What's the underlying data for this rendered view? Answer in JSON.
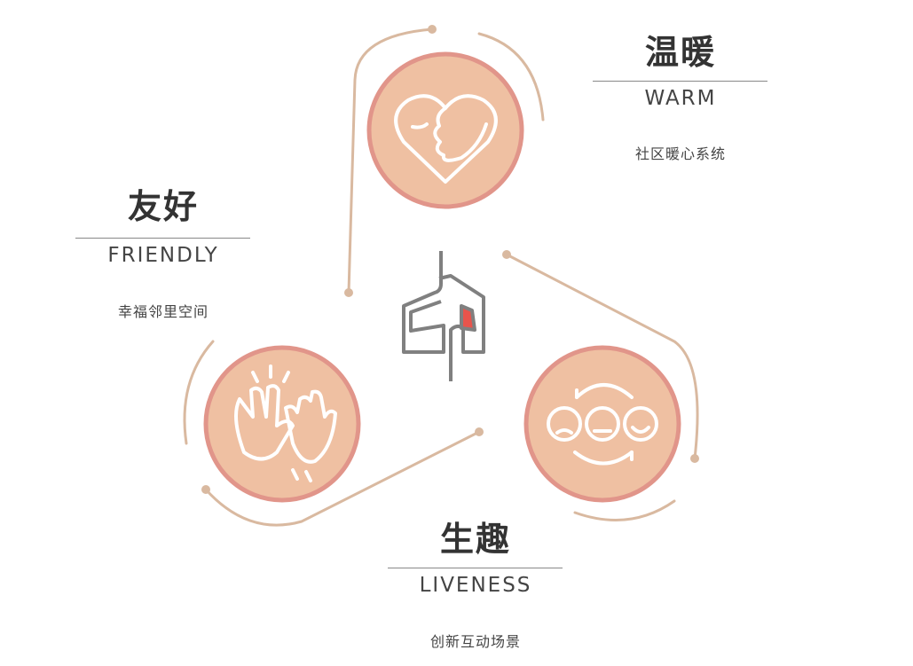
{
  "sections": [
    {
      "title_zh": "温暖",
      "title_en": "WARM",
      "subtitle": "社区暖心系统",
      "icon": "heart-face-icon"
    },
    {
      "title_zh": "友好",
      "title_en": "FRIENDLY",
      "subtitle": "幸福邻里空间",
      "icon": "high-five-hands-icon"
    },
    {
      "title_zh": "生趣",
      "title_en": "LIVENESS",
      "subtitle": "创新互动场景",
      "icon": "cycling-faces-icon"
    }
  ],
  "colors": {
    "circle_fill": "#efc0a2",
    "circle_border": "#e1958a",
    "connector": "#d9b9a0",
    "logo_gray": "#808080",
    "logo_red": "#e8544c"
  }
}
